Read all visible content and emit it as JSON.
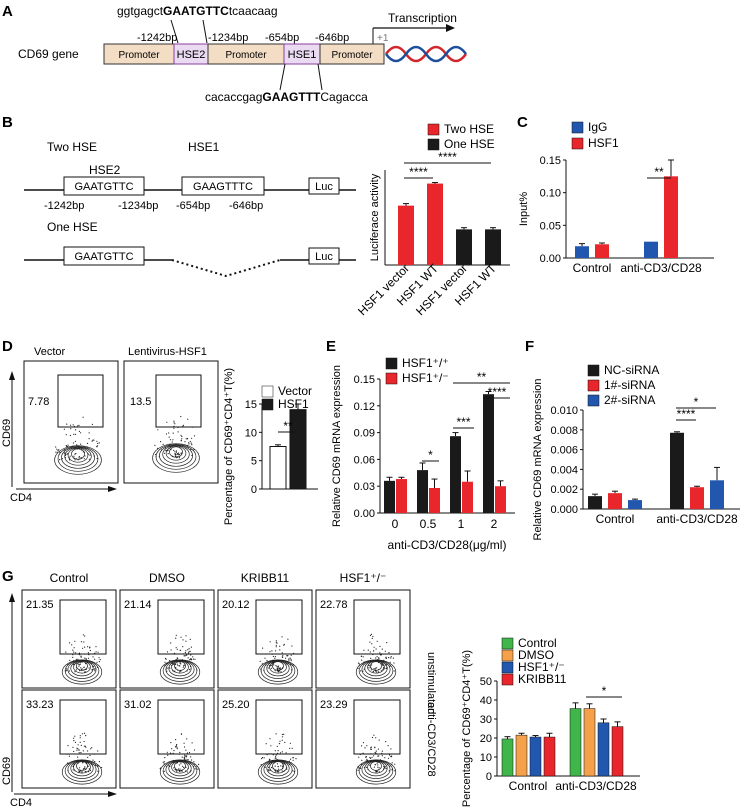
{
  "colors": {
    "red": "#e8262b",
    "black": "#1a1a1a",
    "blue": "#2257b0",
    "green": "#3fb54a",
    "orange": "#f5a04a",
    "gray": "#666666",
    "promoter": "#f3ddc4",
    "hse": "#eadaf2"
  },
  "panels": {
    "A": "A",
    "B": "B",
    "C": "C",
    "D": "D",
    "E": "E",
    "F": "F",
    "G": "G"
  },
  "panel_a": {
    "seq_top_pre": "ggtgagct",
    "seq_top_bold": "GAATGTTC",
    "seq_top_post": "tcaacaag",
    "seq_bot_pre": "cacaccgag",
    "seq_bot_bold": "GAAGTTT",
    "seq_bot_post": "Cagacca",
    "gene_label": "CD69 gene",
    "promoter": "Promoter",
    "hse2": "HSE2",
    "hse1": "HSE1",
    "bp1": "-1242bp",
    "bp2": "-1234bp",
    "bp3": "-654bp",
    "bp4": "-646bp",
    "transcription": "Transcription",
    "tss": "+1"
  },
  "panel_b": {
    "two_hse": "Two HSE",
    "one_hse": "One HSE",
    "hse2": "HSE2",
    "hse1": "HSE1",
    "seq1": "GAATGTTC",
    "seq2": "GAAGTTTC",
    "luc": "Luc",
    "bp1": "-1242bp",
    "bp2": "-1234bp",
    "bp3": "-654bp",
    "bp4": "-646bp"
  },
  "panel_d": {
    "vector": "Vector",
    "lenti": "Lentivirus-HSF1",
    "gate_vector": "7.78",
    "gate_lenti": "13.5",
    "ylabel": "CD69",
    "xlabel": "CD4"
  },
  "panel_g": {
    "cols": [
      "Control",
      "DMSO",
      "KRIBB11",
      "HSF1⁺/⁻"
    ],
    "row_labels": [
      "unstimulated",
      "anti-CD3/CD28"
    ],
    "gates_top": [
      "21.35",
      "21.14",
      "20.12",
      "22.78"
    ],
    "gates_bottom": [
      "33.23",
      "31.02",
      "25.20",
      "23.29"
    ],
    "ylabel": "CD69",
    "xlabel": "CD4"
  },
  "chart_data": [
    {
      "id": "B",
      "type": "bar",
      "categories": [
        "HSF1 vector",
        "HSF1 WT",
        "HSF1 vector",
        "HSF1 WT"
      ],
      "values": [
        17.5,
        24,
        10.5,
        10.5
      ],
      "errors": [
        0.6,
        0.3,
        0.5,
        0.5
      ],
      "series": [
        {
          "name": "Two HSE"
        },
        {
          "name": "One HSE"
        }
      ],
      "ylabel": "Luciferace activity",
      "significance": [
        "****",
        "****"
      ]
    },
    {
      "id": "C",
      "type": "bar",
      "categories": [
        "Control",
        "anti-CD3/CD28"
      ],
      "series": [
        {
          "name": "IgG",
          "values": [
            0.018,
            0.025
          ],
          "errors": [
            0.004,
            0
          ]
        },
        {
          "name": "HSF1",
          "values": [
            0.021,
            0.125
          ],
          "errors": [
            0.002,
            0.025
          ]
        }
      ],
      "ylabel": "Input%",
      "yticks": [
        "0.00",
        "0.05",
        "0.10",
        "0.15"
      ],
      "ylim": [
        0,
        0.15
      ],
      "significance": [
        "**"
      ]
    },
    {
      "id": "D",
      "type": "bar",
      "categories": [
        "Vector",
        "HSF1"
      ],
      "values": [
        7.5,
        14
      ],
      "errors": [
        0.3,
        1
      ],
      "ylabel": "Percentage of CD69⁺CD4⁺T(%)",
      "yticks": [
        "0",
        "5",
        "10",
        "15"
      ],
      "ylim": [
        0,
        15
      ],
      "significance": [
        "**"
      ]
    },
    {
      "id": "E",
      "type": "bar",
      "categories": [
        "0",
        "0.5",
        "1",
        "2"
      ],
      "series": [
        {
          "name": "HSF1⁺/⁺",
          "values": [
            0.036,
            0.048,
            0.086,
            0.133
          ],
          "errors": [
            0.004,
            0.008,
            0.004,
            0.003
          ]
        },
        {
          "name": "HSF1⁺/⁻",
          "values": [
            0.038,
            0.028,
            0.035,
            0.03
          ],
          "errors": [
            0.002,
            0.01,
            0.012,
            0.006
          ]
        }
      ],
      "xlabel": "anti-CD3/CD28(μg/ml)",
      "ylabel": "Relative CD69 mRNA expression",
      "yticks": [
        "0.00",
        "0.03",
        "0.06",
        "0.09",
        "0.12",
        "0.15"
      ],
      "ylim": [
        0,
        0.15
      ],
      "significance": [
        "*",
        "***",
        "****",
        "**"
      ]
    },
    {
      "id": "F",
      "type": "bar",
      "categories": [
        "Control",
        "anti-CD3/CD28"
      ],
      "series": [
        {
          "name": "NC-siRNA",
          "values": [
            0.0013,
            0.0077
          ],
          "errors": [
            0.0002,
            0.0001
          ]
        },
        {
          "name": "1#-siRNA",
          "values": [
            0.0016,
            0.0022
          ],
          "errors": [
            0.0002,
            0.0001
          ]
        },
        {
          "name": "2#-siRNA",
          "values": [
            0.0009,
            0.0029
          ],
          "errors": [
            0.0001,
            0.0013
          ]
        }
      ],
      "ylabel": "Relative CD69 mRNA expression",
      "yticks": [
        "0.000",
        "0.002",
        "0.004",
        "0.006",
        "0.008",
        "0.010"
      ],
      "ylim": [
        0,
        0.01
      ],
      "significance": [
        "****",
        "*"
      ]
    },
    {
      "id": "G",
      "type": "bar",
      "categories": [
        "Control",
        "anti-CD3/CD28"
      ],
      "series": [
        {
          "name": "Control",
          "values": [
            19.5,
            35.5
          ],
          "errors": [
            1.2,
            3
          ]
        },
        {
          "name": "DMSO",
          "values": [
            21.5,
            35.5
          ],
          "errors": [
            1,
            2.5
          ]
        },
        {
          "name": "HSF1⁺/⁻",
          "values": [
            20.5,
            28
          ],
          "errors": [
            0.8,
            2
          ]
        },
        {
          "name": "KRIBB11",
          "values": [
            20.5,
            26
          ],
          "errors": [
            2,
            2.5
          ]
        }
      ],
      "ylabel": "Percentage of CD69⁺CD4⁺T(%)",
      "yticks": [
        "0",
        "10",
        "20",
        "30",
        "40",
        "50"
      ],
      "ylim": [
        0,
        50
      ],
      "significance": [
        "*"
      ]
    }
  ]
}
